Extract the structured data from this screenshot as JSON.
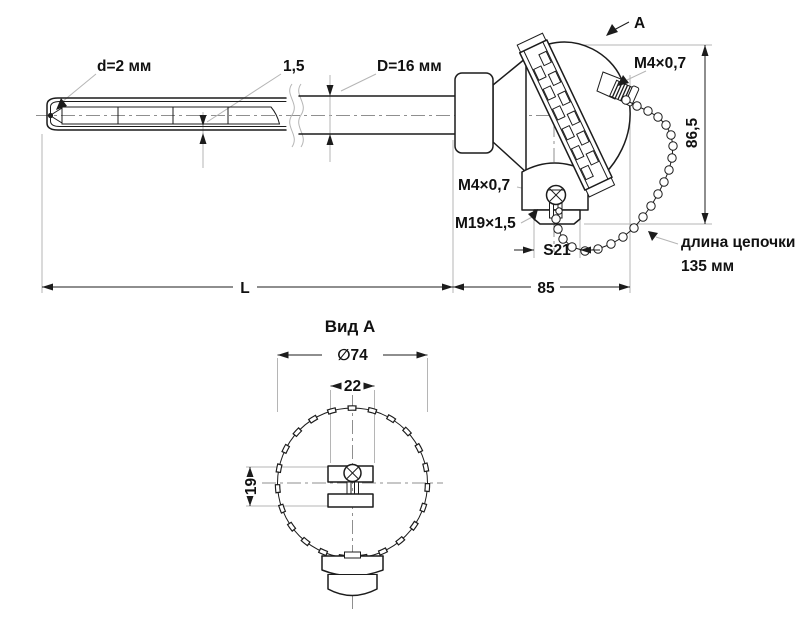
{
  "colors": {
    "line": "#1c1c1c",
    "auxiliary": "#b5b5b5",
    "centerline": "#8f8f8f",
    "background": "#ffffff"
  },
  "main_view": {
    "tip_diameter_label": "d=2 мм",
    "insulation_label": "1,5",
    "sheath_diameter_label": "D=16 мм",
    "section_arrow_label": "А",
    "cap_thread_label": "M4×0,7",
    "head_height_label": "86,5",
    "terminal_screw_label": "M4×0,7",
    "fitting_thread_label": "M19×1,5",
    "wrench_size_label": "S21",
    "head_length_label": "85",
    "probe_length_label": "L",
    "chain_note_line1": "длина цепочки",
    "chain_note_line2": "135 мм"
  },
  "detail_view": {
    "title": "Вид А",
    "outer_diameter_label": "∅74",
    "terminal_block_width_label": "22",
    "terminal_block_height_label": "19"
  }
}
